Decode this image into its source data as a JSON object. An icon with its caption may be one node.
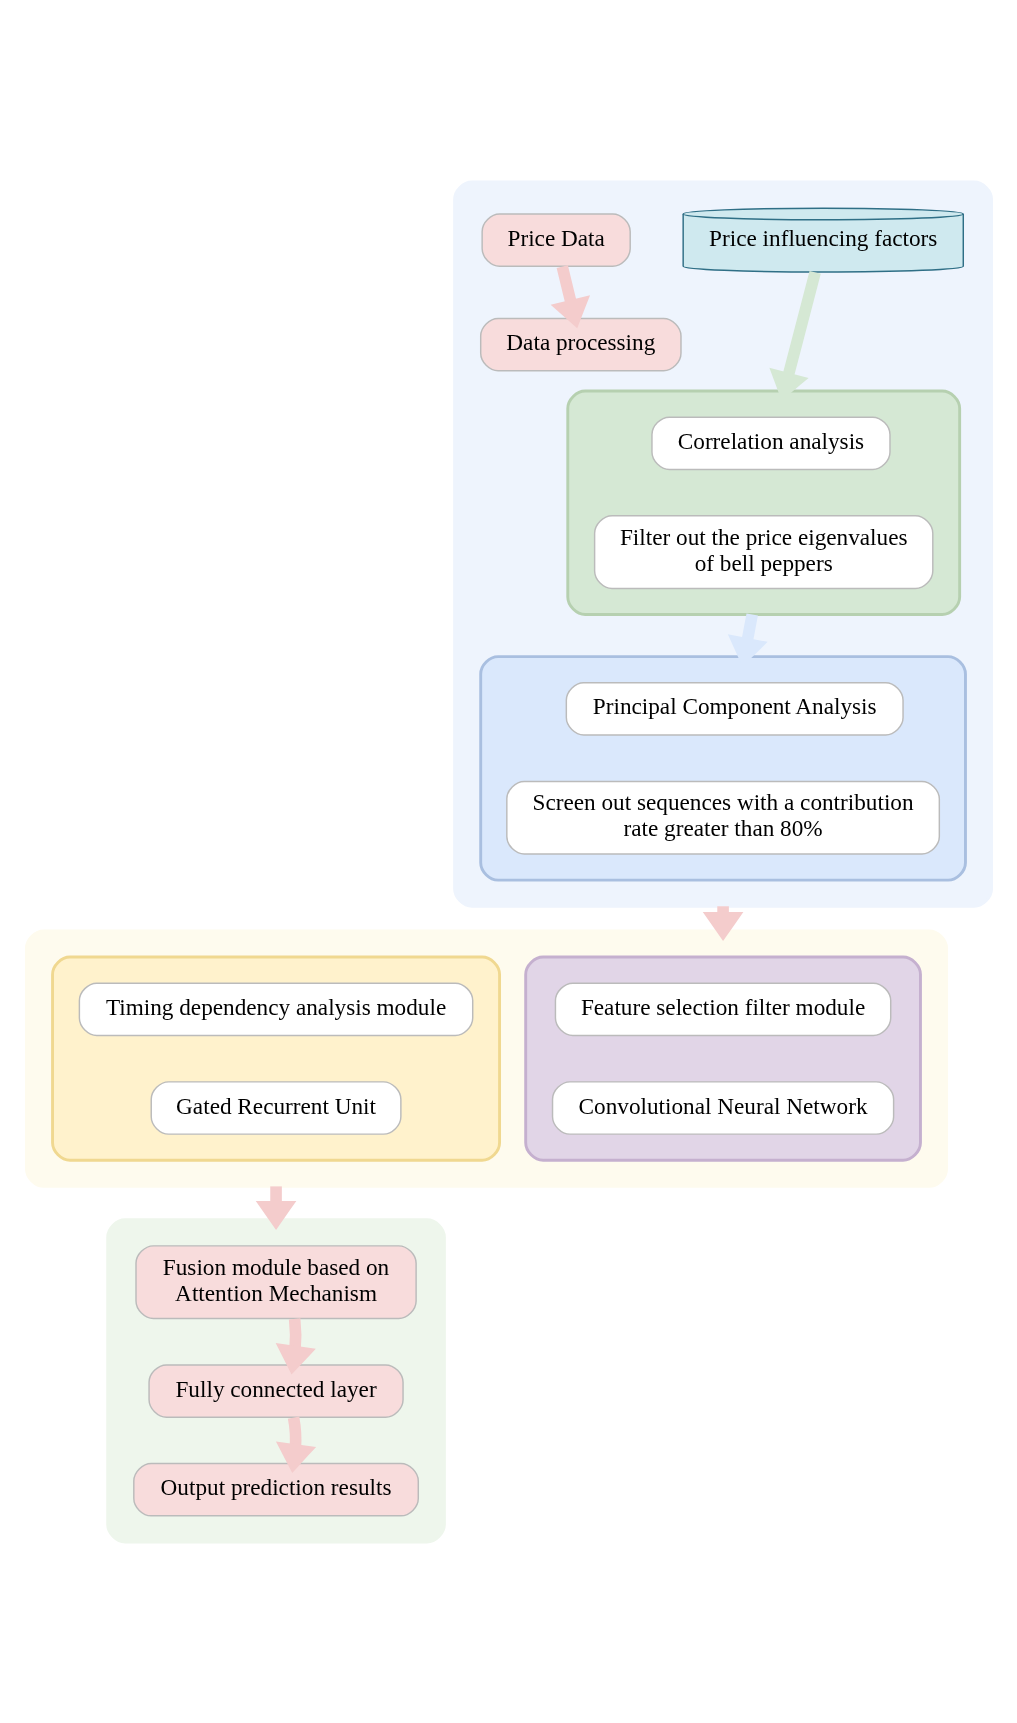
{
  "diagram": {
    "nodes": [
      {
        "text": [],
        "shape": "box"
      },
      {
        "text": [
          "Price influencing factors"
        ],
        "in": 0
      },
      {
        "text": [],
        "shape": "box",
        "in": 0
      },
      {
        "text": [
          "Correlation analysis"
        ],
        "in": 2
      },
      {
        "text": [
          "Filter out the price eigenvalues of bell peppers"
        ],
        "in": 2
      },
      {
        "text": [],
        "shape": "box",
        "in": 0
      },
      {
        "text": [
          "Principal Component Analysis"
        ],
        "in": 5
      },
      {
        "text": [
          "Screen out sequences with a contribution rate greater than 80%"
        ],
        "in": 5
      },
      {
        "text": [
          "Price Data"
        ],
        "in": 0
      },
      {
        "text": [
          "Data processing"
        ],
        "in": 0
      },
      {
        "text": [],
        "shape": "box"
      },
      {
        "text": [],
        "shape": "box",
        "in": 10
      },
      {
        "text": [
          "Feature selection filter module"
        ],
        "in": 11
      },
      {
        "text": [
          "Convolutional Neural Network"
        ],
        "in": 11
      },
      {
        "text": [],
        "shape": "box",
        "in": 10
      },
      {
        "text": [
          "Timing dependency analysis module"
        ],
        "in": 14
      },
      {
        "text": [
          "Gated Recurrent Unit"
        ],
        "in": 14
      },
      {
        "text": [],
        "shape": "box"
      },
      {
        "text": [
          "Fusion module based on Attention Mechanism"
        ],
        "in": 17
      },
      {
        "text": [
          "Fully connected layer"
        ],
        "in": 17
      },
      {
        "text": [
          "Output prediction results"
        ],
        "in": 17
      }
    ],
    "edges": [
      {
        "from": 1,
        "to": 2,
        "arrow": "to",
        "color": "#d5e8d4"
      },
      {
        "from": 2,
        "to": 5,
        "arrow": "to",
        "color": "#dae8fc"
      },
      {
        "from": 8,
        "to": 9,
        "arrow": "to"
      },
      {
        "from": 0,
        "to": 10,
        "arrow": "to"
      },
      {
        "from": 10,
        "to": 17,
        "arrow": "to"
      },
      {
        "from": 18,
        "to": 19,
        "arrow": "to"
      },
      {
        "from": 19,
        "to": 20,
        "arrow": "to"
      }
    ]
  }
}
